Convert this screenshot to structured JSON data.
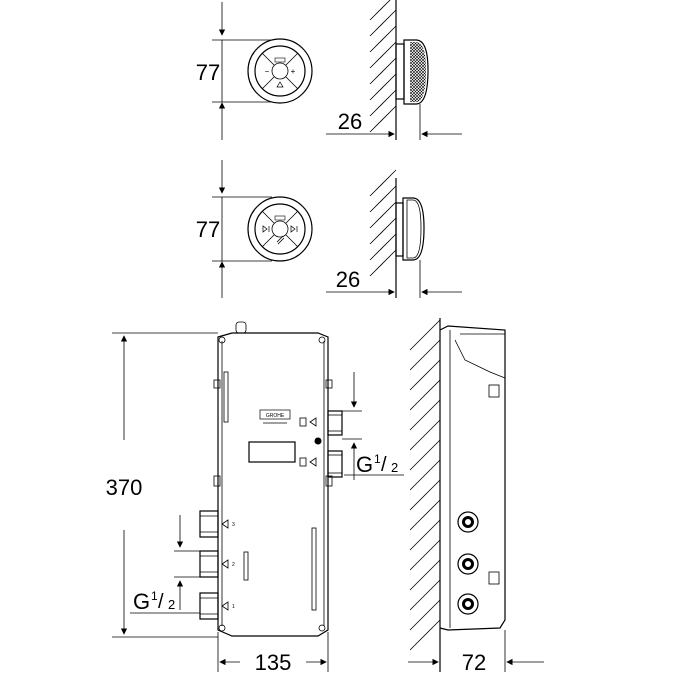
{
  "dimensions": {
    "button_diameter_top": "77",
    "button_depth_top": "26",
    "button_diameter_bottom": "77",
    "button_depth_bottom": "26",
    "box_height": "370",
    "box_width": "135",
    "box_depth": "72",
    "thread_right_base": "G",
    "thread_right_frac_num": "1",
    "thread_right_frac_den": "2",
    "thread_left_base": "G",
    "thread_left_frac_num": "1",
    "thread_left_frac_den": "2"
  },
  "brand": {
    "logo_text": "GROHE"
  },
  "button_symbols": {
    "minus": "−",
    "plus": "+"
  },
  "outlets": {
    "label_1": "1",
    "label_2": "2",
    "label_3": "3"
  }
}
